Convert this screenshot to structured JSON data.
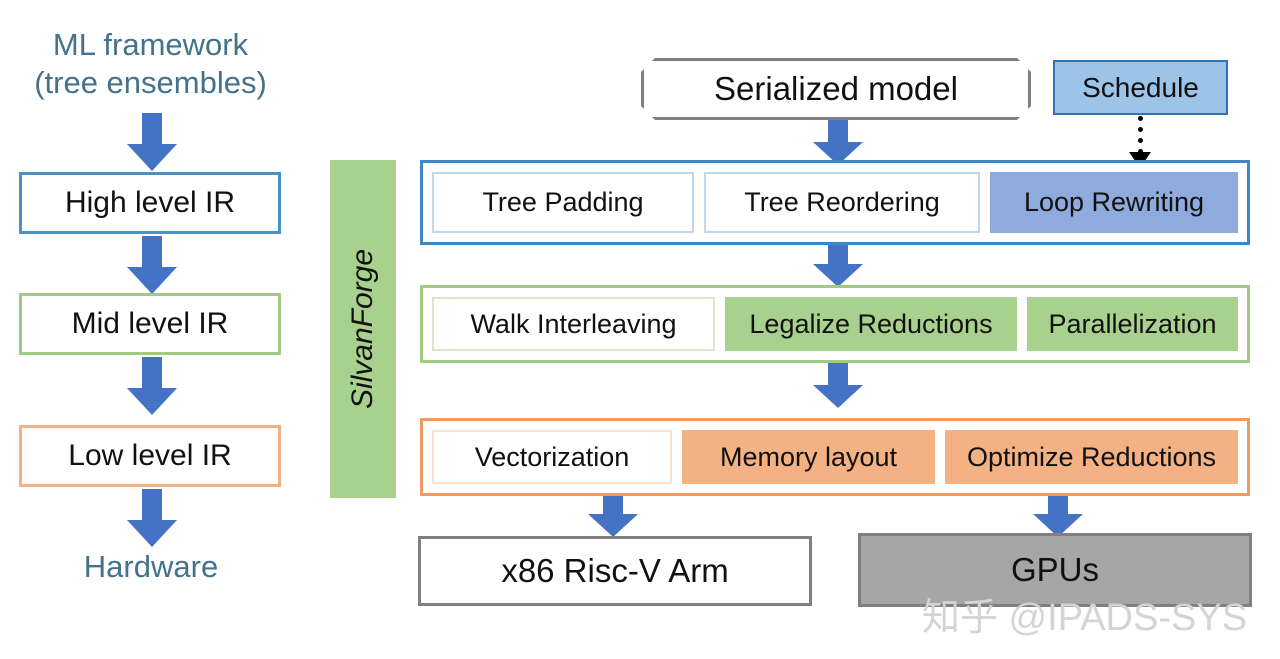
{
  "left_pipeline": {
    "top_label": "ML framework\n(tree ensembles)",
    "bottom_label": "Hardware",
    "stages": [
      {
        "label": "High level IR",
        "accent": "#4A90C4"
      },
      {
        "label": "Mid level IR",
        "accent": "#9FCB84"
      },
      {
        "label": "Low level IR",
        "accent": "#F2B184"
      }
    ]
  },
  "framework": {
    "name": "SilvanForge",
    "band_color": "#A9D18E"
  },
  "inputs": {
    "serialized_model": "Serialized model",
    "schedule": "Schedule"
  },
  "bands": [
    {
      "accent": "#3C87C8",
      "passes": [
        {
          "label": "Tree Padding",
          "filled": false
        },
        {
          "label": "Tree Reordering",
          "filled": false
        },
        {
          "label": "Loop Rewriting",
          "filled": true
        }
      ]
    },
    {
      "accent": "#9FCB84",
      "passes": [
        {
          "label": "Walk Interleaving",
          "filled": false
        },
        {
          "label": "Legalize Reductions",
          "filled": true
        },
        {
          "label": "Parallelization",
          "filled": true
        }
      ]
    },
    {
      "accent": "#ED9B5E",
      "passes": [
        {
          "label": "Vectorization",
          "filled": false
        },
        {
          "label": "Memory layout",
          "filled": true
        },
        {
          "label": "Optimize Reductions",
          "filled": true
        }
      ]
    }
  ],
  "targets": [
    {
      "label": "x86  Risc-V  Arm",
      "style": "white"
    },
    {
      "label": "GPUs",
      "style": "grey"
    }
  ],
  "watermark": {
    "text": "知乎 @IPADS-SYS"
  },
  "colors": {
    "arrow_blue": "#4472C4",
    "label_blue": "#44728C",
    "grey_border": "#7F7F7F",
    "grey_fill": "#A6A6A6"
  }
}
